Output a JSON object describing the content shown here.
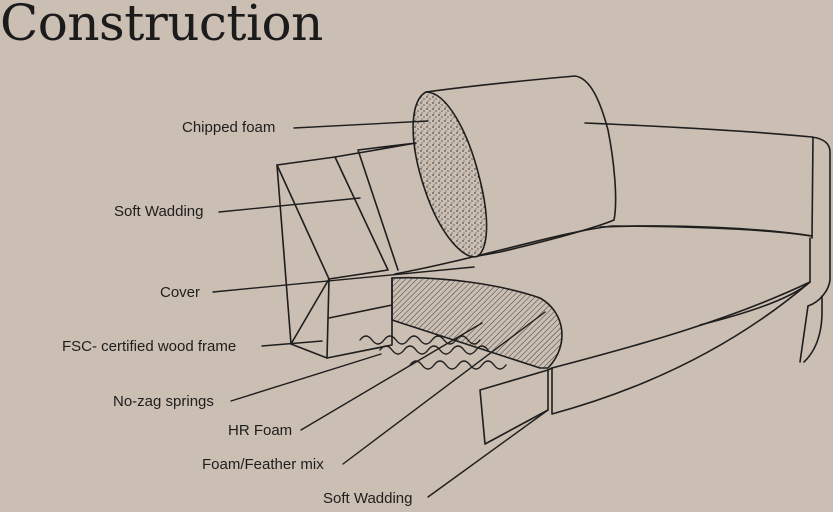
{
  "title": "Construction",
  "colors": {
    "background": "#cbbeb2",
    "line": "#1e1e1e"
  },
  "labels": [
    {
      "id": "chipped-foam",
      "text": "Chipped foam"
    },
    {
      "id": "soft-wadding-top",
      "text": "Soft Wadding"
    },
    {
      "id": "cover",
      "text": "Cover"
    },
    {
      "id": "wood-frame",
      "text": "FSC- certified wood frame"
    },
    {
      "id": "no-zag-springs",
      "text": "No-zag springs"
    },
    {
      "id": "hr-foam",
      "text": "HR Foam"
    },
    {
      "id": "foam-feather-mix",
      "text": "Foam/Feather mix"
    },
    {
      "id": "soft-wadding-bottom",
      "text": "Soft Wadding"
    }
  ]
}
